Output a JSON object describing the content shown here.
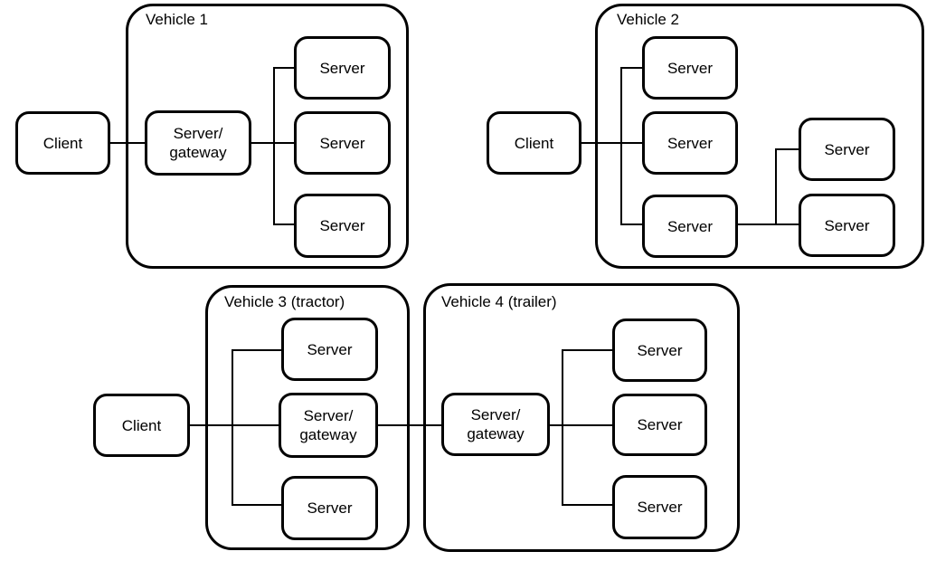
{
  "colors": {
    "background": "#ffffff",
    "line": "#000000",
    "text": "#000000",
    "node_fill": "#ffffff"
  },
  "vehicle1": {
    "title": "Vehicle 1",
    "client": "Client",
    "gateway": "Server/\ngateway",
    "servers": [
      "Server",
      "Server",
      "Server"
    ]
  },
  "vehicle2": {
    "title": "Vehicle 2",
    "client": "Client",
    "servers_left": [
      "Server",
      "Server",
      "Server"
    ],
    "servers_right": [
      "Server",
      "Server"
    ]
  },
  "vehicle3": {
    "title": "Vehicle 3 (tractor)",
    "client": "Client",
    "gateway": "Server/\ngateway",
    "servers": [
      "Server",
      "Server"
    ]
  },
  "vehicle4": {
    "title": "Vehicle 4 (trailer)",
    "gateway": "Server/\ngateway",
    "servers": [
      "Server",
      "Server",
      "Server"
    ]
  }
}
